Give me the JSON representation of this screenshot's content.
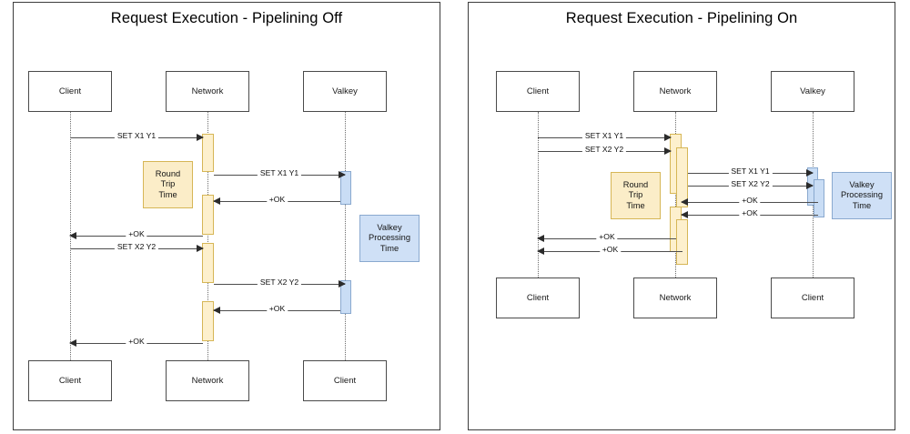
{
  "panels": [
    {
      "id": "pipelining-off",
      "title": "Request Execution - Pipelining Off",
      "participants_top": [
        "Client",
        "Network",
        "Valkey"
      ],
      "participants_bottom": [
        "Client",
        "Network",
        "Client"
      ],
      "notes": [
        {
          "label": "Round Trip Time",
          "lines": [
            "Round",
            "Trip",
            "Time"
          ],
          "style": "yellow"
        },
        {
          "label": "Valkey Processing Time",
          "lines": [
            "Valkey",
            "Processing",
            "Time"
          ],
          "style": "blue"
        }
      ],
      "messages": [
        {
          "label": "SET X1 Y1",
          "from": "Client",
          "to": "Network",
          "dir": "right"
        },
        {
          "label": "SET X1 Y1",
          "from": "Network",
          "to": "Valkey",
          "dir": "right"
        },
        {
          "label": "+OK",
          "from": "Valkey",
          "to": "Network",
          "dir": "left"
        },
        {
          "label": "+OK",
          "from": "Network",
          "to": "Client",
          "dir": "left"
        },
        {
          "label": "SET X2 Y2",
          "from": "Client",
          "to": "Network",
          "dir": "right"
        },
        {
          "label": "SET X2 Y2",
          "from": "Network",
          "to": "Valkey",
          "dir": "right"
        },
        {
          "label": "+OK",
          "from": "Valkey",
          "to": "Network",
          "dir": "left"
        },
        {
          "label": "+OK",
          "from": "Network",
          "to": "Client",
          "dir": "left"
        }
      ],
      "activation_count": {
        "network": 4,
        "valkey": 2
      }
    },
    {
      "id": "pipelining-on",
      "title": "Request Execution - Pipelining On",
      "participants_top": [
        "Client",
        "Network",
        "Valkey"
      ],
      "participants_bottom": [
        "Client",
        "Network",
        "Client"
      ],
      "notes": [
        {
          "label": "Round Trip Time",
          "lines": [
            "Round",
            "Trip",
            "Time"
          ],
          "style": "yellow"
        },
        {
          "label": "Valkey Processing Time",
          "lines": [
            "Valkey",
            "Processing",
            "Time"
          ],
          "style": "blue"
        }
      ],
      "messages": [
        {
          "label": "SET X1 Y1",
          "from": "Client",
          "to": "Network",
          "dir": "right"
        },
        {
          "label": "SET X2 Y2",
          "from": "Client",
          "to": "Network",
          "dir": "right"
        },
        {
          "label": "SET X1 Y1",
          "from": "Network",
          "to": "Valkey",
          "dir": "right"
        },
        {
          "label": "SET X2 Y2",
          "from": "Network",
          "to": "Valkey",
          "dir": "right"
        },
        {
          "label": "+OK",
          "from": "Valkey",
          "to": "Network",
          "dir": "left"
        },
        {
          "label": "+OK",
          "from": "Valkey",
          "to": "Network",
          "dir": "left"
        },
        {
          "label": "+OK",
          "from": "Network",
          "to": "Client",
          "dir": "left"
        },
        {
          "label": "+OK",
          "from": "Network",
          "to": "Client",
          "dir": "left"
        }
      ],
      "activation_count": {
        "network": 4,
        "valkey": 2
      }
    }
  ],
  "colors": {
    "activation_yellow_fill": "#fdf0cd",
    "activation_yellow_stroke": "#d6b656",
    "activation_blue_fill": "#c9ddf5",
    "activation_blue_stroke": "#8aa9cf",
    "note_yellow_fill": "#fbedc8",
    "note_blue_fill": "#cfe0f6",
    "box_stroke": "#4a4a4a",
    "arrow": "#4d4d4d",
    "panel_border": "#3c3c3c",
    "background": "#ffffff"
  }
}
